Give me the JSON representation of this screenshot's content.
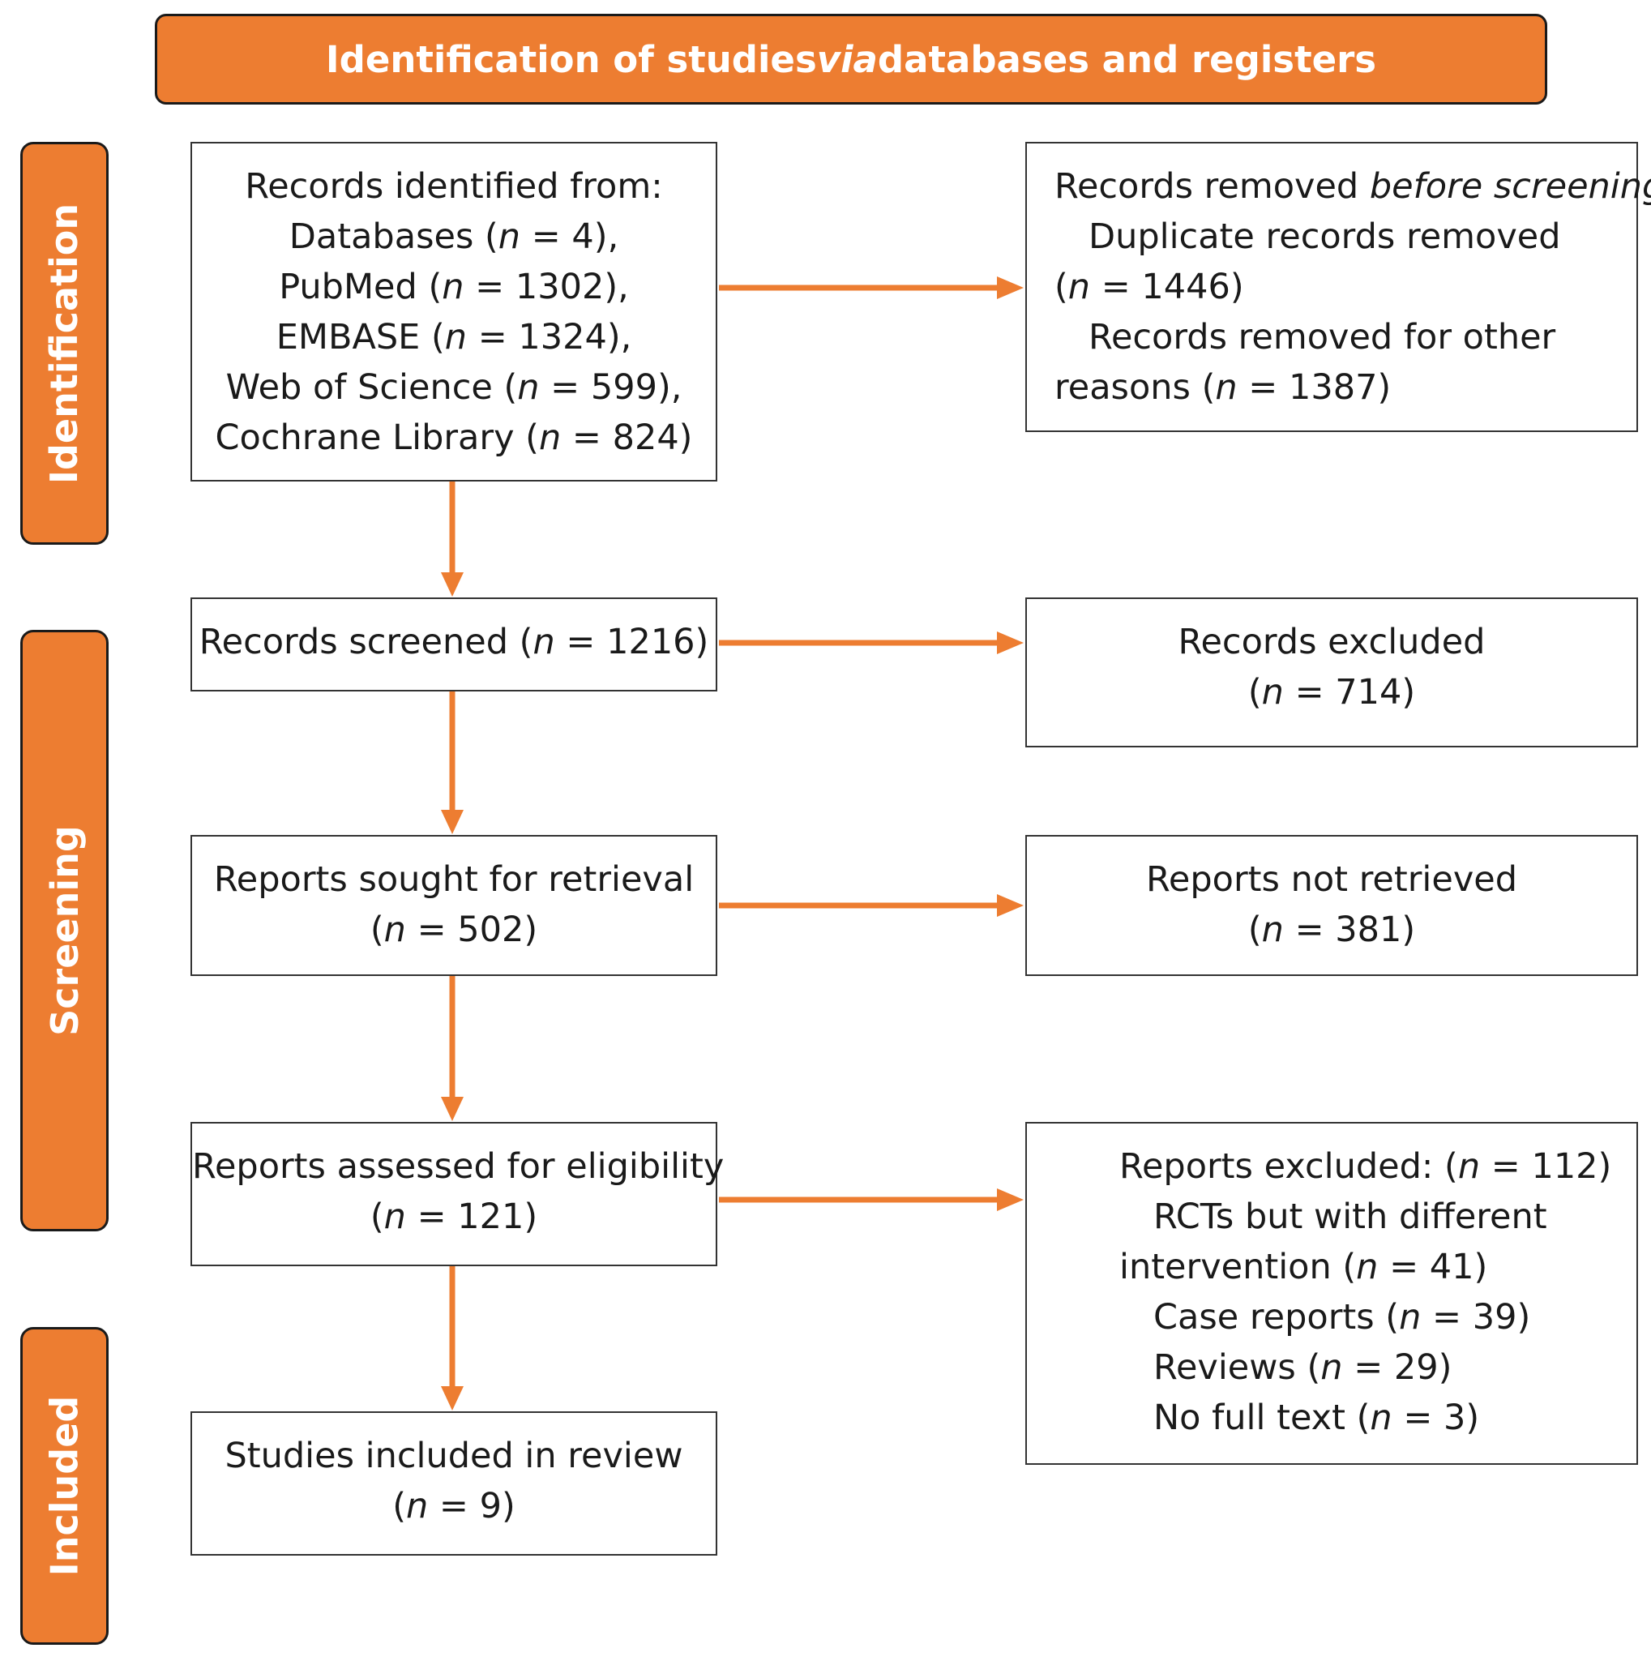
{
  "colors": {
    "accent": "#ED7D31",
    "border": "#333333",
    "text": "#1a1a1a"
  },
  "header": {
    "pre": "Identification of studies ",
    "italic": "via",
    "post": " databases and registers"
  },
  "stages": {
    "identification": "Identification",
    "screening": "Screening",
    "included": "Included"
  },
  "identified": {
    "heading": "Records identified from:",
    "rows": [
      {
        "pre": "Databases (",
        "n": "n",
        "post": " = 4),"
      },
      {
        "pre": "PubMed (",
        "n": "n",
        "post": " = 1302),"
      },
      {
        "pre": "EMBASE (",
        "n": "n",
        "post": " = 1324),"
      },
      {
        "pre": "Web of Science (",
        "n": "n",
        "post": " = 599),"
      },
      {
        "pre": "Cochrane Library (",
        "n": "n",
        "post": " = 824)"
      }
    ]
  },
  "removed": {
    "heading_pre": "Records removed ",
    "heading_italic": "before screening",
    "heading_post": ":",
    "dup_label": "Duplicate records removed",
    "dup_pre": "(",
    "dup_n": "n",
    "dup_post": " = 1446)",
    "other_label": "Records removed for other",
    "other_pre": "reasons (",
    "other_n": "n",
    "other_post": " = 1387)"
  },
  "screened": {
    "pre": "Records screened (",
    "n": "n",
    "post": " = 1216)"
  },
  "excluded": {
    "label": "Records excluded",
    "pre": "(",
    "n": "n",
    "post": " = 714)"
  },
  "sought": {
    "label": "Reports sought for retrieval",
    "pre": "(",
    "n": "n",
    "post": " = 502)"
  },
  "not_retrieved": {
    "label": "Reports not retrieved",
    "pre": "(",
    "n": "n",
    "post": " = 381)"
  },
  "assessed": {
    "label": "Reports assessed for eligibility",
    "pre": "(",
    "n": "n",
    "post": " = 121)"
  },
  "reports_excluded": {
    "heading_pre": "Reports excluded: (",
    "heading_n": "n",
    "heading_post": " = 112)",
    "rct_label": "RCTs but with different",
    "rct_pre": "intervention (",
    "rct_n": "n",
    "rct_post": " = 41)",
    "items": [
      {
        "pre": "Case reports (",
        "n": "n",
        "post": " = 39)"
      },
      {
        "pre": "Reviews (",
        "n": "n",
        "post": " = 29)"
      },
      {
        "pre": "No full text (",
        "n": "n",
        "post": " = 3)"
      }
    ]
  },
  "included": {
    "label": "Studies included in review",
    "pre": "(",
    "n": "n",
    "post": " = 9)"
  }
}
